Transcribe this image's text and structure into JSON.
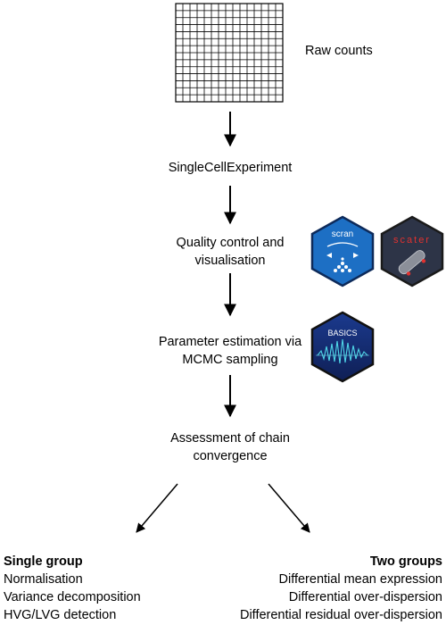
{
  "steps": {
    "raw_counts": "Raw counts",
    "single_cell_experiment": "SingleCellExperiment",
    "qc_line1": "Quality control and",
    "qc_line2": "visualisation",
    "param_line1": "Parameter estimation via",
    "param_line2": "MCMC sampling",
    "convergence_line1": "Assessment of chain",
    "convergence_line2": "convergence"
  },
  "logos": {
    "scran": {
      "label": "scran",
      "color": "#1d6fc4"
    },
    "scater": {
      "label": "scater",
      "color": "#2d3447"
    },
    "basics": {
      "label": "BASICS",
      "color": "#1f3f8f"
    }
  },
  "single_group": {
    "title": "Single group",
    "items": [
      "Normalisation",
      "Variance decomposition",
      "HVG/LVG detection"
    ]
  },
  "two_groups": {
    "title": "Two groups",
    "items": [
      "Differential mean expression",
      "Differential over-dispersion",
      "Differential residual over-dispersion"
    ]
  },
  "matrix": {
    "rows": 14,
    "cols": 15
  }
}
